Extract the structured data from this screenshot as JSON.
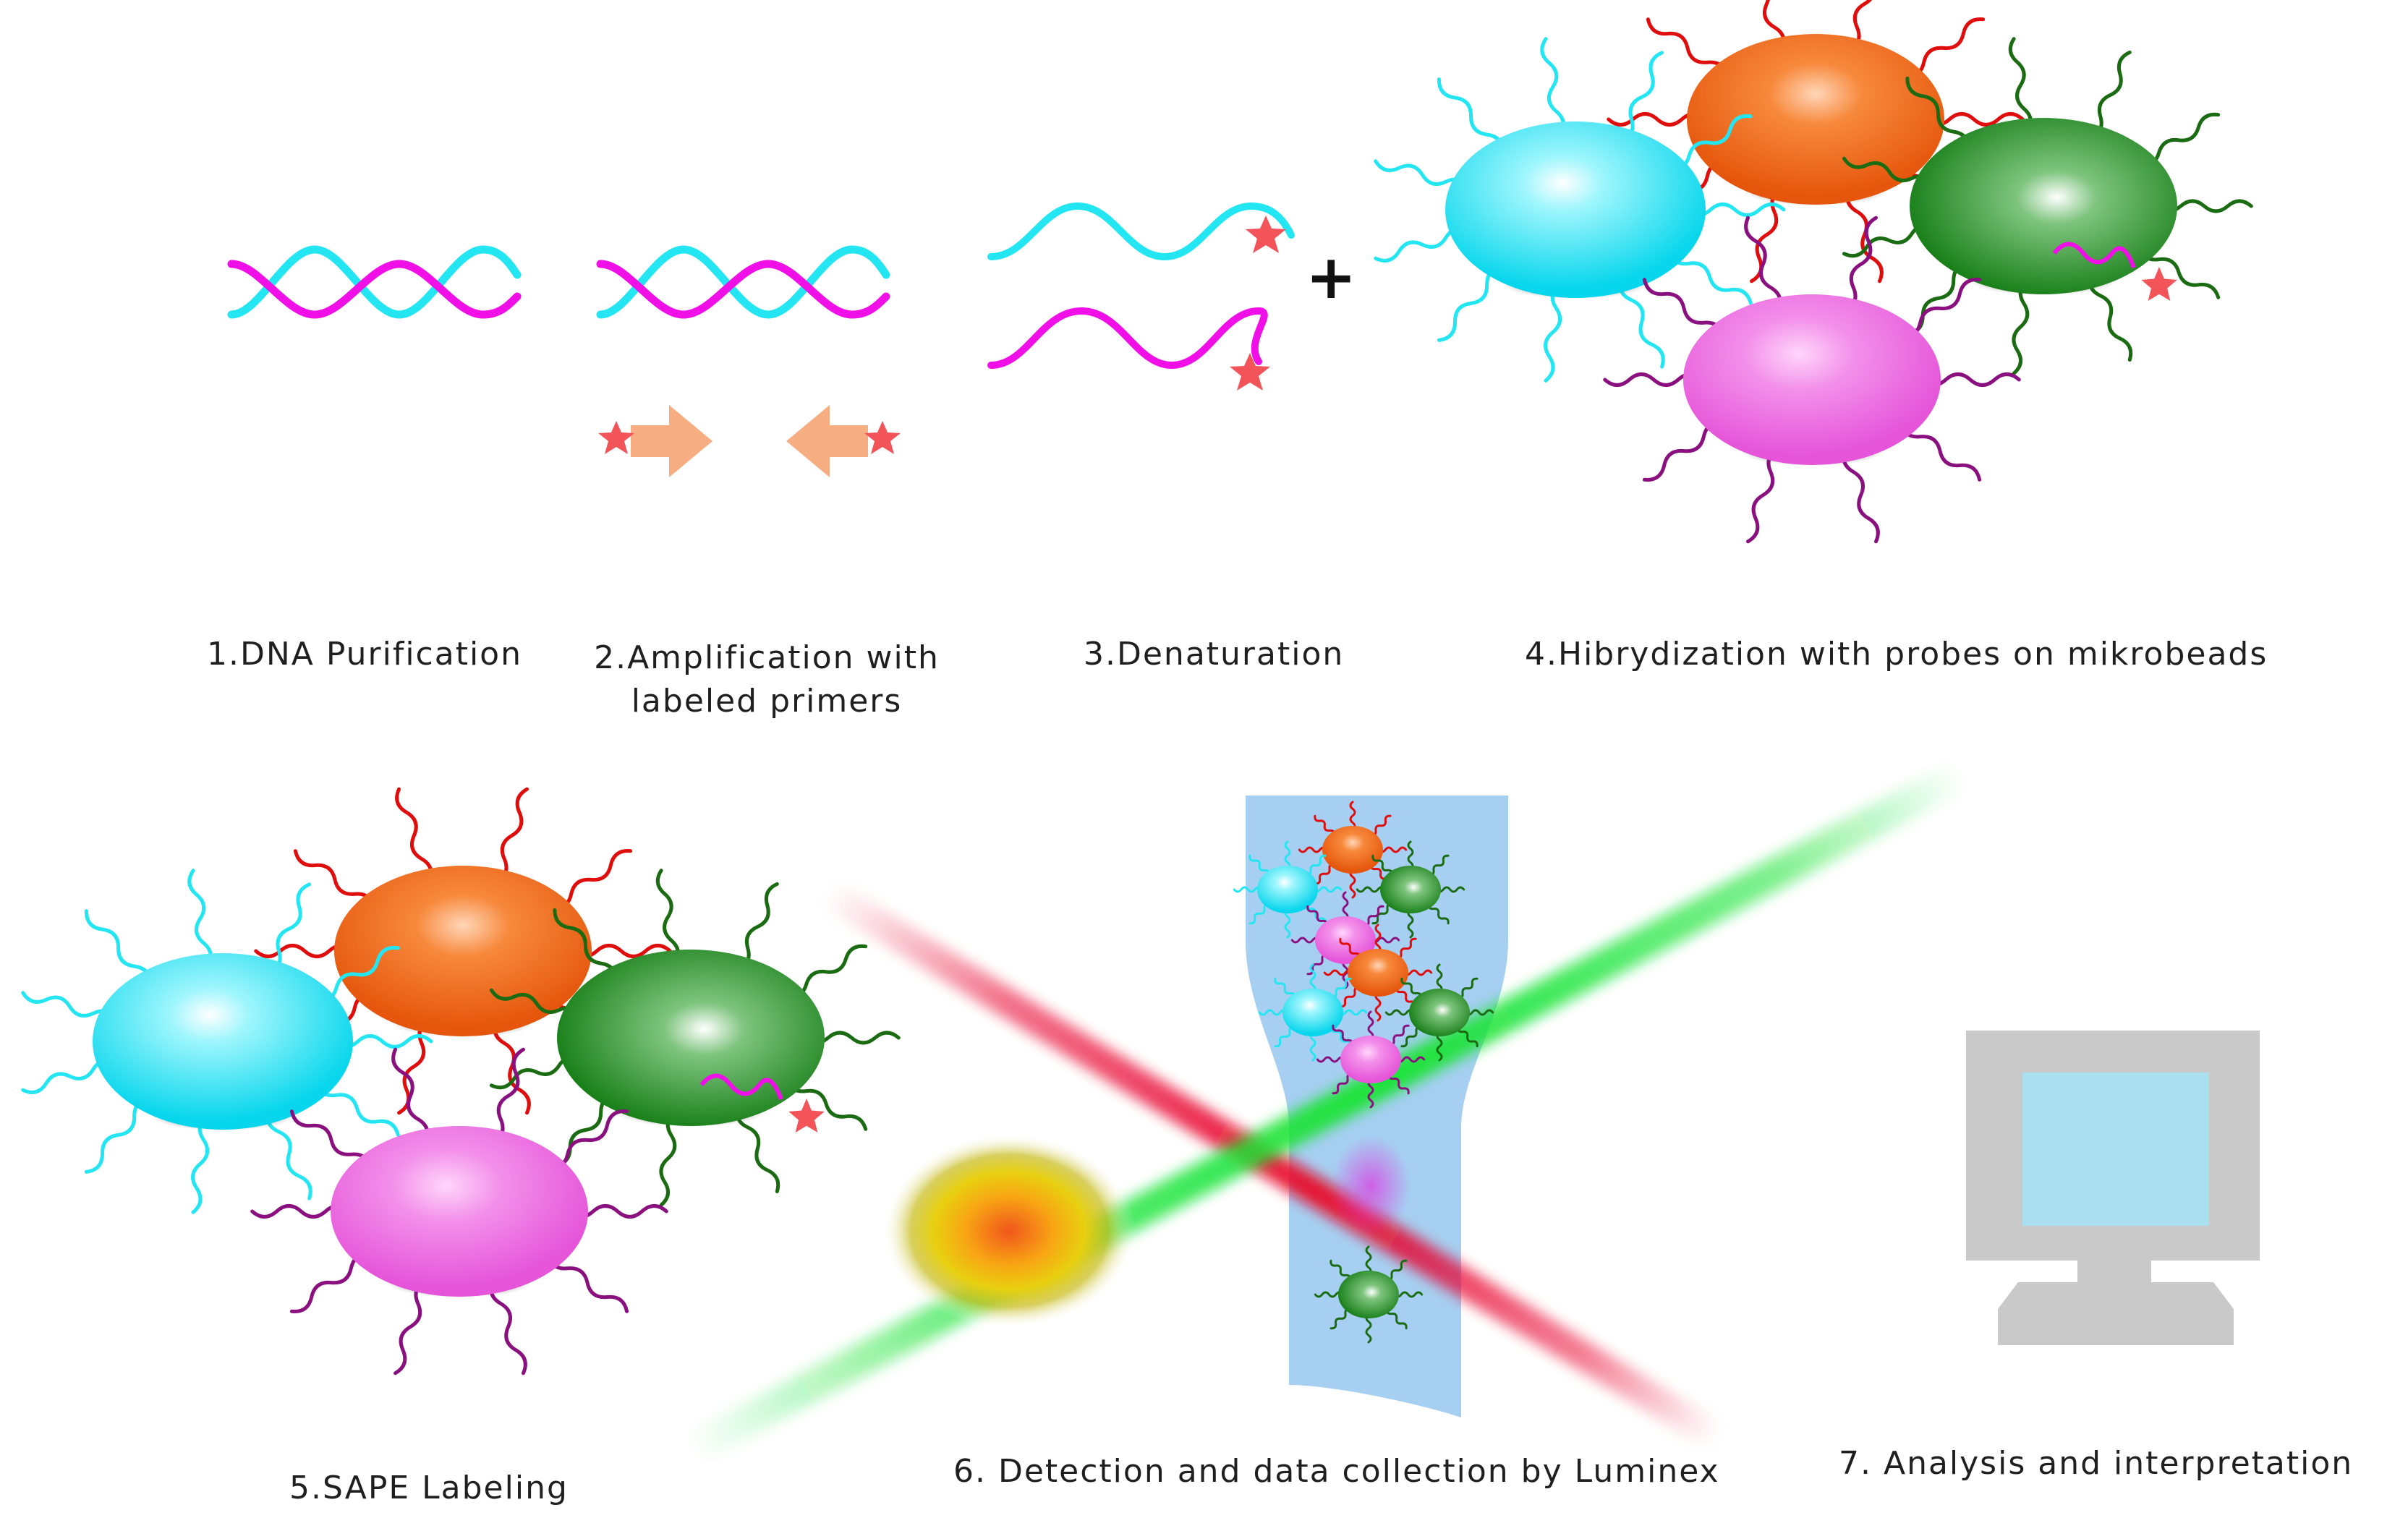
{
  "steps": [
    {
      "label": "1.DNA Purification"
    },
    {
      "label": "2.Amplification with labeled primers",
      "line1": "2.Amplification with",
      "line2": "labeled primers"
    },
    {
      "label": "3.Denaturation"
    },
    {
      "label": "4.Hibrydization with probes on mikrobeads"
    },
    {
      "label": "5.SAPE Labeling"
    },
    {
      "label": "6. Detection and data collection by Luminex"
    },
    {
      "label": "7. Analysis and interpretation"
    }
  ],
  "symbols": {
    "plus": "+"
  },
  "colors": {
    "cyan_strand": "#24e6f2",
    "magenta_strand": "#f00fe6",
    "cyan_bead": "#16e4f5",
    "orange_bead": "#f26a16",
    "green_bead": "#1b8a1b",
    "pink_bead": "#f26fe6",
    "red_probe": "#e00d0d",
    "green_probe": "#1a6b12",
    "purple_probe": "#8a1080",
    "primer_arrow": "#f7ad82",
    "star": "#f2545a",
    "flow_cell": "#a6cff2",
    "red_laser": "#e8082c",
    "green_laser": "#14e432",
    "monitor_frame": "#c9c9c9",
    "monitor_screen": "#a9dfef"
  }
}
